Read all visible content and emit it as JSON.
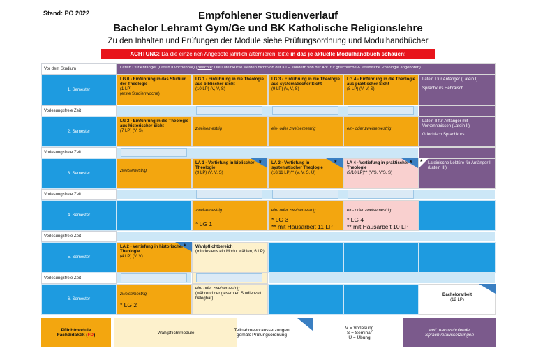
{
  "header": {
    "stand": "Stand: PO 2022",
    "title1": "Empfohlener Studienverlauf",
    "title2": "Bachelor Lehramt Gym/Ge und BK Katholische Religionslehre",
    "subtitle": "Zu den Inhalten und Prüfungen der Module siehe Prüfungsordnung und Modulhandbücher",
    "warn_label": "ACHTUNG:",
    "warn_text": " Da die einzelnen Angebote jährlich alternieren, bitte ",
    "warn_bold": "in das je aktuelle Modulhandbuch schauen!"
  },
  "rows": {
    "vor_studium": "Vor dem Studium",
    "latein_banner_a": "Latein I für Anfänger (Latein II vorziehbar) (",
    "latein_banner_b": "Beachte",
    "latein_banner_c": ": Die Lateinkurse werden nicht von der KTF, sondern von der Abt. für griechische & lateinische Philologie angeboten)",
    "sem1": "1. Semester",
    "sem2": "2. Semester",
    "sem3": "3. Semester",
    "sem4": "4. Semester",
    "sem5": "5. Semester",
    "sem6": "6. Semester",
    "vfz": "Vorlesungsfreie Zeit"
  },
  "modules": {
    "lg0_title": "LG 0 - Einführung in das Studium der Theologie",
    "lg0_lp": "(1 LP)",
    "lg0_note": "(erste Studienwoche)",
    "lg1_title": "LG 1 - Einführung in die Theologie aus biblischer Sicht",
    "lg1_lp": "(10 LP) (V, V, S)",
    "lg3_title": "LG 3 - Einführung in die Theologie aus systematischer Sicht",
    "lg3_lp": "(9 LP) (V, V, S)",
    "lg4_title": "LG 4 - Einführung in die Theologie aus praktischer Sicht",
    "lg4_lp": "(8 LP) (V, V, S)",
    "latein1_title": "Latein I für Anfänger (Latein I)",
    "hebr": "Sprachkurs Hebräisch",
    "lg2_title": "LG 2 - Einführung in die Theologie aus historischer Sicht",
    "lg2_lp": "(7 LP) (V, S)",
    "zweisem": "zweisemestrig",
    "einzwei": "ein- oder zweisemestrig",
    "latein2_title": "Latein II für Anfänger mit Vorkenntnissen (Latein II)",
    "griech": "Griechisch Sprachkurs",
    "la1_title": "LA 1 - Vertiefung in biblischer Theologie",
    "la1_lp": "(9 LP) (V, V, S)",
    "la3_title": "LA 3 - Vertiefung in systematischer Theologie",
    "la3_lp": "(10/11 LP)** (V, V, S, Ü)",
    "la4_title": "LA 4 - Vertiefung in praktischer Theologie",
    "la4_lp": "(9/10 LP)** (V/S, V/S, S)",
    "lekt_title": "Lateinische Lektüre für Anfänger I (Latein III)",
    "star": "*",
    "lg1_ref": "* LG 1",
    "lg3_ref": "*  LG 3",
    "lg3_hausarbeit": "** mit Hausarbeit 11 LP",
    "lg4_ref": "*  LG 4",
    "lg4_hausarbeit": "** mit Hausarbeit 10 LP",
    "la2_title": "LA 2 - Vertiefung in historischer Theologie",
    "la2_lp": "(4 LP) (V, V)",
    "wahl_title": "Wahlpflichtbereich",
    "wahl_note": "(mindestens ein Modul wählen, 6 LP)",
    "wahl_note2": "(während der gesamten Studienzeit belegbar)",
    "ba_title": "Bachelorarbeit",
    "ba_lp": "(12 LP)",
    "lg2_ref": "* LG 2"
  },
  "legend": {
    "pflicht_a": "Pflichtmodule",
    "pflicht_b": "Fachdidaktik (",
    "pflicht_fd": "FD",
    "pflicht_c": ")",
    "wahl": "Wahlpflichtmodule",
    "teiln": "Teilnahmevoraussetzungen gemäß Prüfungsordnung",
    "abk1": "V = Vorlesung",
    "abk2": "S = Seminar",
    "abk3": "Ü = Übung",
    "sprach": "evtl. nachzuholende Sprachvoraussetzungen"
  },
  "colors": {
    "blue": "#1e9be0",
    "orange": "#f3a60f",
    "pink": "#f9d0cf",
    "cream": "#fdf1cc",
    "purple": "#7b5a8c",
    "red": "#e8141b"
  }
}
